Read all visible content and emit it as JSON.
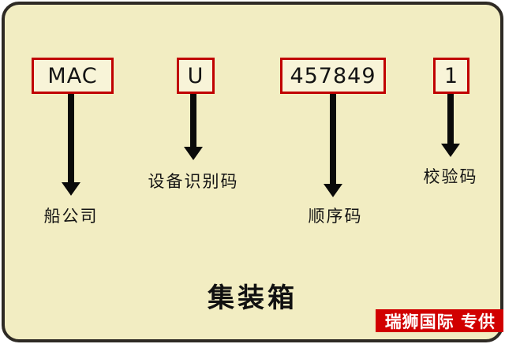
{
  "segments": [
    {
      "code": "MAC",
      "label": "船公司"
    },
    {
      "code": "U",
      "label": "设备识别码"
    },
    {
      "code": "457849",
      "label": "顺序码"
    },
    {
      "code": "1",
      "label": "校验码"
    }
  ],
  "title": "集装箱",
  "watermark": "瑞狮国际 专供",
  "colors": {
    "background": "#f2edc2",
    "box_fill": "#f8f4d8",
    "box_border": "#c00000",
    "arrow": "#0a0a0a",
    "watermark_bg": "#d10000",
    "watermark_text": "#ffffff"
  }
}
